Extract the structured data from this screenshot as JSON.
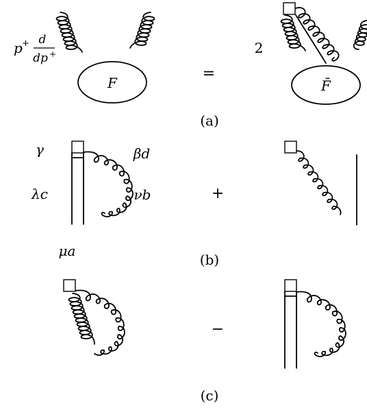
{
  "panel_a": {
    "lhs_operator": {
      "base": "p",
      "sup": "+",
      "num": "d",
      "den_base": "dp",
      "den_sup": "+"
    },
    "blob_left": "F",
    "equals": "=",
    "factor": "2",
    "blob_right": "F̄",
    "caption": "(a)"
  },
  "panel_b": {
    "label_gamma": "γ",
    "label_lambda_c": "λc",
    "label_beta_d": "βd",
    "label_nu_b": "νb",
    "label_mu_a": "μa",
    "plus": "+",
    "caption": "(b)"
  },
  "panel_c": {
    "minus": "−",
    "caption": "(c)"
  }
}
